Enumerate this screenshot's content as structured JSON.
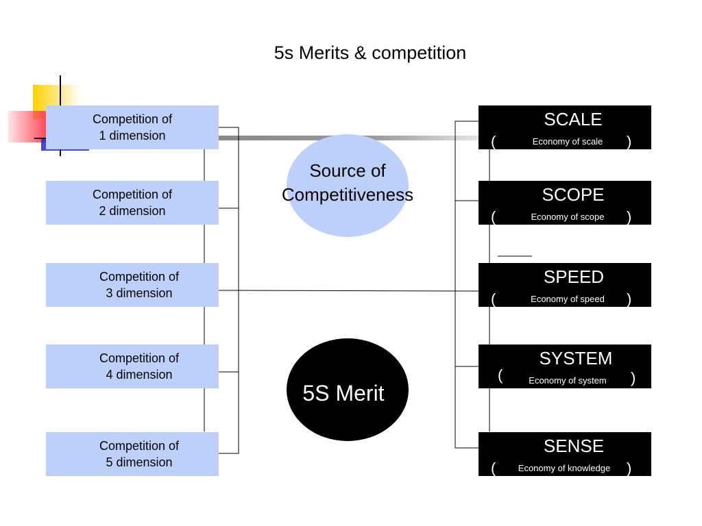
{
  "slide": {
    "title": "5s Merits & competition"
  },
  "competition": [
    {
      "line1": "Competition of",
      "line2": "1 dimension"
    },
    {
      "line1": "Competition of",
      "line2": "2 dimension"
    },
    {
      "line1": "Competition of",
      "line2": "3 dimension"
    },
    {
      "line1": "Competition of",
      "line2": "4 dimension"
    },
    {
      "line1": "Competition of",
      "line2": "5 dimension"
    }
  ],
  "merits": [
    {
      "name": "SCALE",
      "economy": "Economy of scale"
    },
    {
      "name": "SCOPE",
      "economy": "Economy of scope"
    },
    {
      "name": "SPEED",
      "economy": "Economy of speed"
    },
    {
      "name": "SYSTEM",
      "economy": "Economy of system"
    },
    {
      "name": "SENSE",
      "economy": "Economy of  knowledge"
    }
  ],
  "parens": {
    "open": "(",
    "close": ")"
  },
  "center": {
    "source": "Source of Competitiveness",
    "merit": "5S Merit"
  },
  "colors": {
    "box_fill": "#bdd0f9",
    "merit_fill": "#000000",
    "deco_yellow": "#ffd000",
    "deco_red": "#ff4a5a",
    "deco_blue": "#2828c8"
  }
}
